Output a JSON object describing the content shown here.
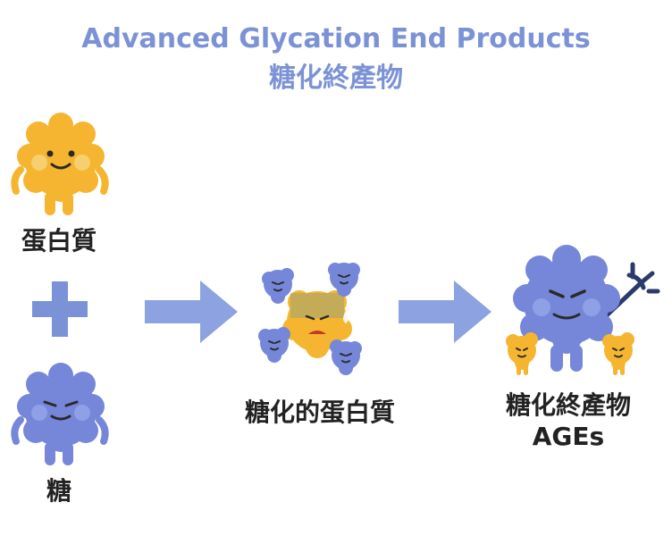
{
  "title": {
    "english": "Advanced Glycation End Products",
    "chinese": "糖化終產物"
  },
  "inputs": {
    "protein_label": "蛋白質",
    "sugar_label": "糖"
  },
  "middle": {
    "label": "糖化的蛋白質"
  },
  "result": {
    "label_zh": "糖化終產物",
    "label_en": "AGEs"
  },
  "colors": {
    "title": "#7b93d6",
    "protein": "#f5b530",
    "sugar": "#7687d9",
    "arrow": "#8da2e0",
    "plus": "#7b93d6"
  }
}
